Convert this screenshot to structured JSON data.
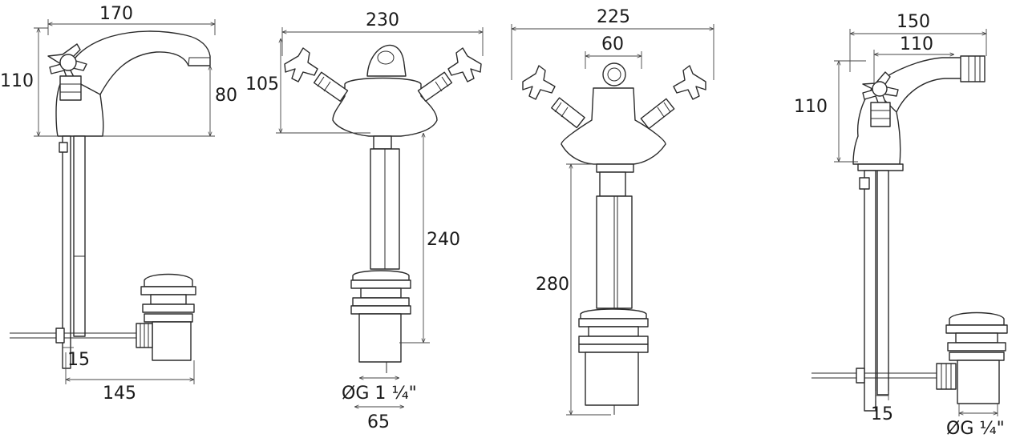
{
  "colors": {
    "line": "#2b2b2b",
    "text": "#1a1a1a",
    "background": "#ffffff"
  },
  "views": [
    {
      "id": "view-1",
      "dims": {
        "width_top": "170",
        "height_left": "110",
        "spout_height": "80",
        "offset_bottom": "15",
        "width_bottom": "145"
      }
    },
    {
      "id": "view-2",
      "dims": {
        "width_top": "230",
        "height_left": "105",
        "tail_length": "240",
        "thread": "ØG 1 ¼\"",
        "width_bottom": "65"
      }
    },
    {
      "id": "view-3",
      "dims": {
        "width_top": "225",
        "spout_width": "60",
        "tail_length": "280"
      }
    },
    {
      "id": "view-4",
      "dims": {
        "width_top": "150",
        "spout_width": "110",
        "height_left": "110",
        "offset_bottom": "15",
        "thread": "ØG ¼\""
      }
    }
  ]
}
